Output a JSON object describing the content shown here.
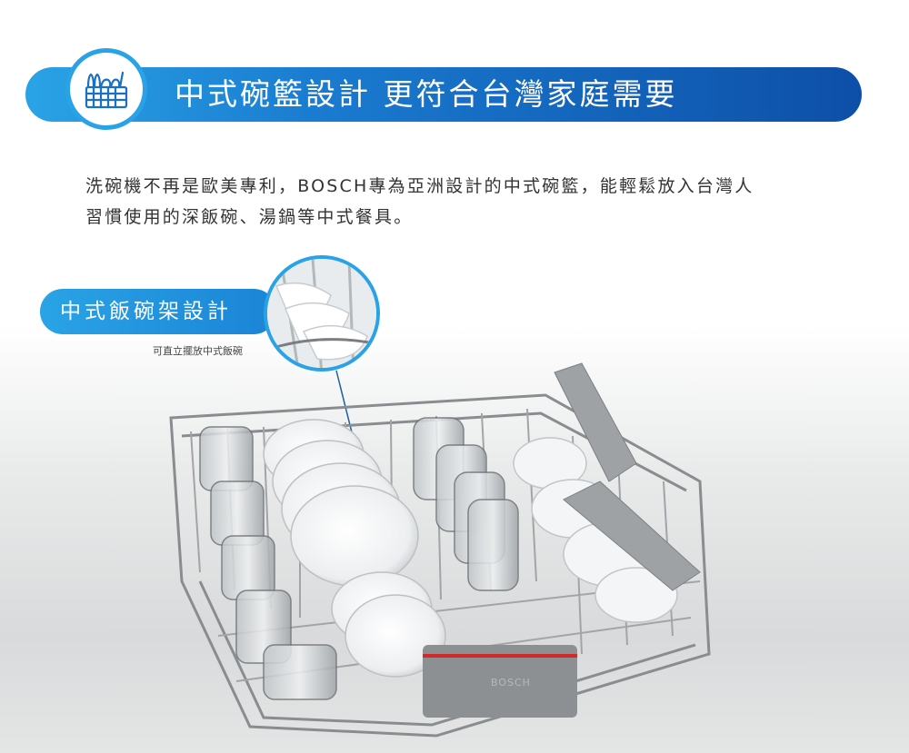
{
  "banner": {
    "title": "中式碗籃設計 更符合台灣家庭需要",
    "icon": "dish-basket-icon",
    "color_start": "#2aa3e6",
    "color_end": "#0d4fa8"
  },
  "intro": {
    "line1": "洗碗機不再是歐美專利，BOSCH專為亞洲設計的中式碗籃，能輕鬆放入台灣人",
    "line2": "習慣使用的深飯碗、湯鍋等中式餐具。"
  },
  "feature": {
    "label": "中式飯碗架設計",
    "caption": "可直立擺放中式飯碗",
    "accent": "#2aa3e6"
  },
  "product": {
    "brand_mark": "BOSCH",
    "handle_stripe": "#d22a2a"
  }
}
